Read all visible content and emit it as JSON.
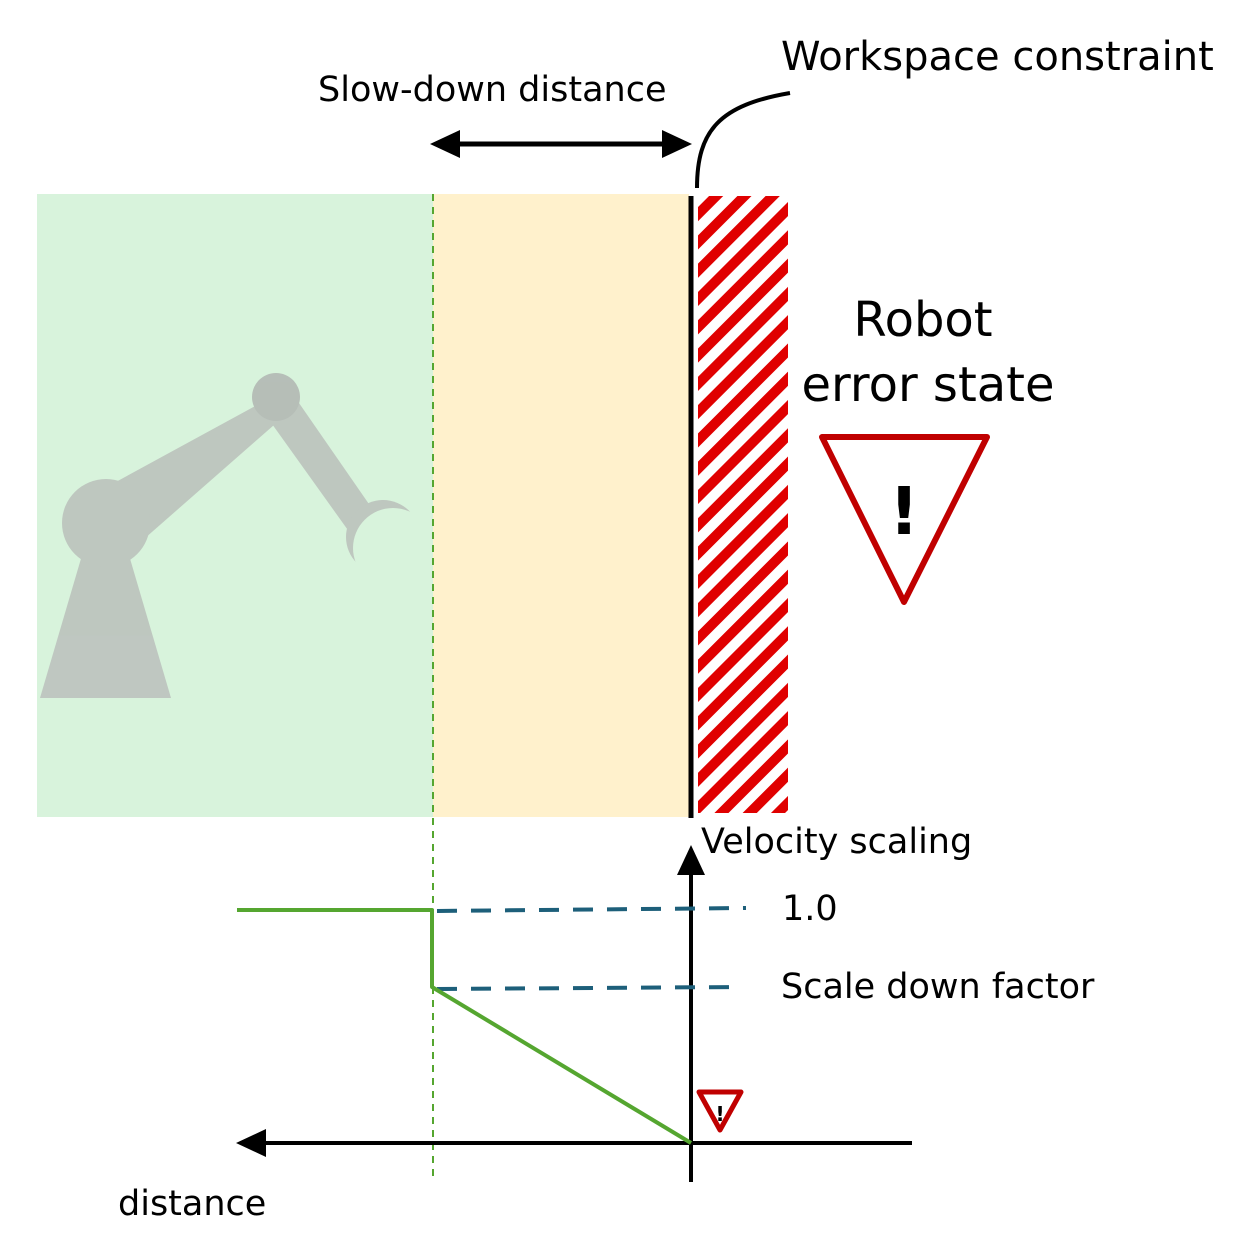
{
  "labels": {
    "slow_down_distance": "Slow-down distance",
    "workspace_constraint": "Workspace constraint",
    "robot_error_state_line1": "Robot",
    "robot_error_state_line2": "error state",
    "velocity_scaling": "Velocity scaling",
    "value_one": "1.0",
    "scale_down_factor": "Scale down factor",
    "distance": "distance",
    "warning_glyph": "!"
  },
  "colors": {
    "safe_zone": "#d8f3dc",
    "slow_zone": "#fff1cc",
    "hazard_stripe": "#e00000",
    "constraint_line": "#000000",
    "velocity_curve": "#55a630",
    "dashed_reference": "#1d5f7a",
    "warning_stroke": "#c00000",
    "robot_arm": "#b5b5b5"
  },
  "icons": {
    "robot": "robot-arm-icon",
    "warning": "warning-triangle-icon"
  }
}
